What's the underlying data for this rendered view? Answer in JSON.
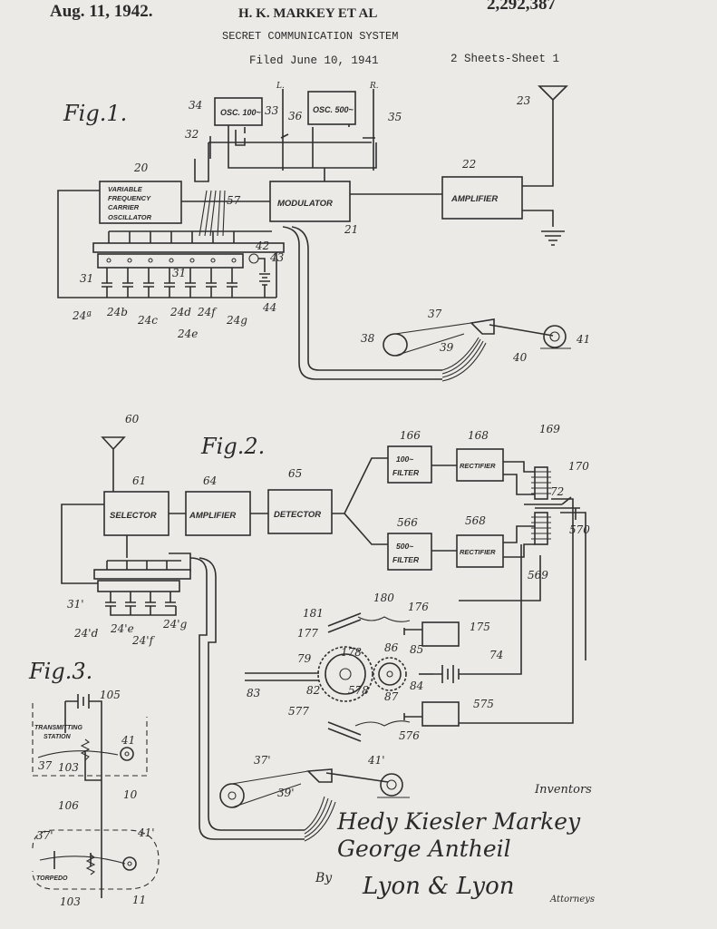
{
  "header": {
    "date": "Aug. 11, 1942.",
    "inventors_header": "H. K. MARKEY ET AL",
    "patent_number": "2,292,387",
    "title": "SECRET COMMUNICATION SYSTEM",
    "filed": "Filed June 10, 1941",
    "sheets": "2 Sheets-Sheet 1"
  },
  "fig1": {
    "title": "Fig.1.",
    "blocks": {
      "osc_100": "OSC. 100~",
      "osc_500": "OSC. 500~",
      "vfo": [
        "VARIABLE",
        "FREQUENCY",
        "CARRIER",
        "OSCILLATOR"
      ],
      "modulator": "MODULATOR",
      "amplifier": "AMPLIFIER"
    },
    "labels": {
      "n34": "34",
      "n33": "33",
      "n36": "36",
      "n35": "35",
      "nL": "L.",
      "nR": "R.",
      "n32": "32",
      "n20": "20",
      "n22": "22",
      "n23": "23",
      "n21": "21",
      "n57": "57",
      "n42": "42",
      "n43": "43",
      "n44": "44",
      "n31a": "31",
      "n31b": "31",
      "n24a": "24ª",
      "n24b": "24b",
      "n24c": "24c",
      "n24d": "24d",
      "n24e": "24e",
      "n24f": "24f",
      "n24g": "24g",
      "n37": "37",
      "n38": "38",
      "n39": "39",
      "n40": "40",
      "n41": "41"
    }
  },
  "fig2": {
    "title": "Fig.2.",
    "blocks": {
      "selector": "SELECTOR",
      "amplifier": "AMPLIFIER",
      "detector": "DETECTOR",
      "filter_100": [
        "100~",
        "FILTER"
      ],
      "rectifier_1": "RECTIFIER",
      "filter_500": [
        "500~",
        "FILTER"
      ],
      "rectifier_2": "RECTIFIER"
    },
    "labels": {
      "n60": "60",
      "n61": "61",
      "n64": "64",
      "n65": "65",
      "n166": "166",
      "n168": "168",
      "n169": "169",
      "n170": "170",
      "n72": "72",
      "n566": "566",
      "n568": "568",
      "n570": "570",
      "n569": "569",
      "n31p": "31'",
      "n24dp": "24'd",
      "n24ep": "24'e",
      "n24fp": "24'f",
      "n24gp": "24'g",
      "n180": "180",
      "n181": "181",
      "n176": "176",
      "n175": "175",
      "n177": "177",
      "n178": "178",
      "n86": "86",
      "n85": "85",
      "n79": "79",
      "n74": "74",
      "n83": "83",
      "n82": "82",
      "n578": "578",
      "n84": "84",
      "n87": "87",
      "n577": "577",
      "n575": "575",
      "n576": "576",
      "n37p": "37'",
      "n41p": "41'",
      "n39p": "39'"
    }
  },
  "fig3": {
    "title": "Fig.3.",
    "labels": {
      "n105": "105",
      "station": [
        "TRANSMITTING",
        "STATION"
      ],
      "n41": "41",
      "n37": "37",
      "n103": "103",
      "n10": "10",
      "n106": "106",
      "n37p": "37'",
      "n41p": "41'",
      "torpedo": "TORPEDO",
      "n103b": "103",
      "n11": "11"
    }
  },
  "signature": {
    "inventors_label": "Inventors",
    "name1": "Hedy Kiesler Markey",
    "name2": "George Antheil",
    "by": "By",
    "attorney_sig": "Lyon & Lyon",
    "attorney_label": "Attorneys"
  }
}
